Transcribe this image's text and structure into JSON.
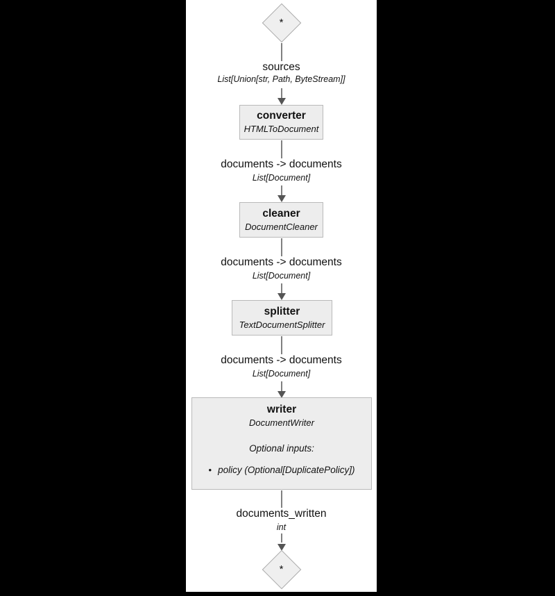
{
  "colors": {
    "outer_background": "#000000",
    "diagram_background": "#ffffff",
    "node_fill": "#ededed",
    "node_border": "#b9b9b9",
    "edge_line": "#808080",
    "arrowhead": "#555555",
    "text": "#111111"
  },
  "diagram": {
    "entry_node": {
      "symbol": "*"
    },
    "exit_node": {
      "symbol": "*"
    },
    "nodes": [
      {
        "title": "converter",
        "component": "HTMLToDocument"
      },
      {
        "title": "cleaner",
        "component": "DocumentCleaner"
      },
      {
        "title": "splitter",
        "component": "TextDocumentSplitter"
      },
      {
        "title": "writer",
        "component": "DocumentWriter",
        "optional_inputs_heading": "Optional inputs:",
        "bullet": "•",
        "optional_inputs": [
          "policy (Optional[DuplicatePolicy])"
        ]
      }
    ],
    "edges": [
      {
        "label": "sources",
        "type": "List[Union[str, Path, ByteStream]]"
      },
      {
        "label": "documents -> documents",
        "type": "List[Document]"
      },
      {
        "label": "documents -> documents",
        "type": "List[Document]"
      },
      {
        "label": "documents -> documents",
        "type": "List[Document]"
      },
      {
        "label": "documents_written",
        "type": "int"
      }
    ]
  }
}
